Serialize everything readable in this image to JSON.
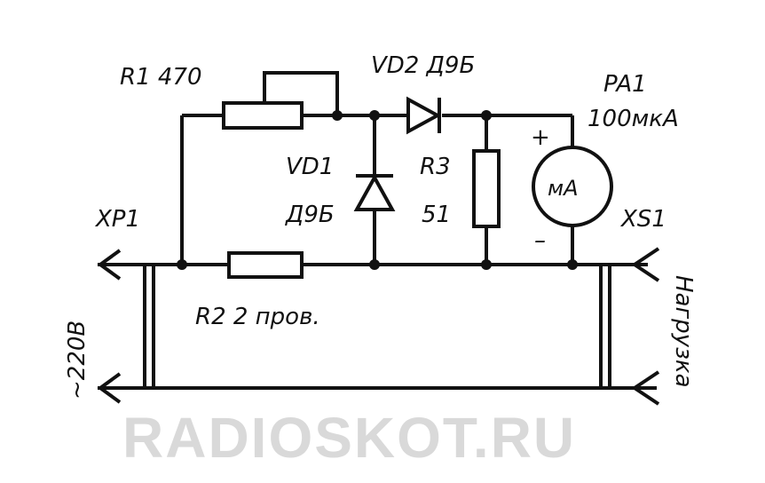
{
  "labels": {
    "r1": "R1  470",
    "vd2": "VD2  Д9Б",
    "pa1_name": "PA1",
    "pa1_value": "100мкА",
    "plus": "+",
    "minus": "–",
    "meter": "мА",
    "vd1_name": "VD1",
    "vd1_value": "Д9Б",
    "r3_name": "R3",
    "r3_value": "51",
    "xp1": "XP1",
    "xs1": "XS1",
    "r2": "R2  2 пров.",
    "mains": "~220В",
    "load": "Нагрузка"
  },
  "watermark": "RADIOSKOT.RU"
}
